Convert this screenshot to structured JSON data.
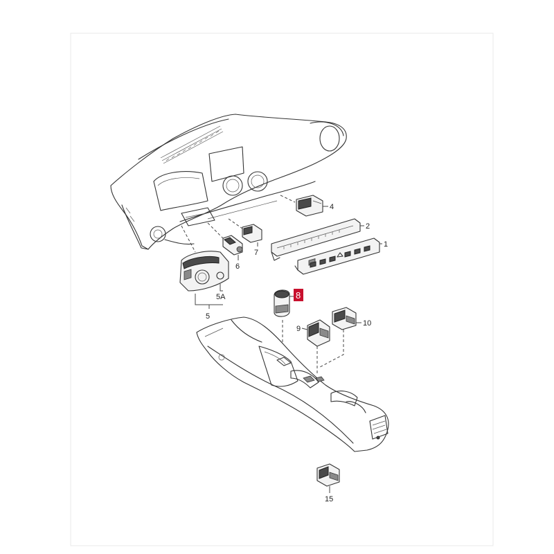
{
  "callouts": {
    "c1": "1",
    "c2": "2",
    "c4": "4",
    "c5": "5",
    "c5a": "5A",
    "c6": "6",
    "c7": "7",
    "c8": "8",
    "c9": "9",
    "c10": "10",
    "c15": "15"
  },
  "highlight": {
    "callout": "8",
    "color": "#c8102e"
  },
  "colors": {
    "line": "#333333",
    "background": "#ffffff"
  }
}
